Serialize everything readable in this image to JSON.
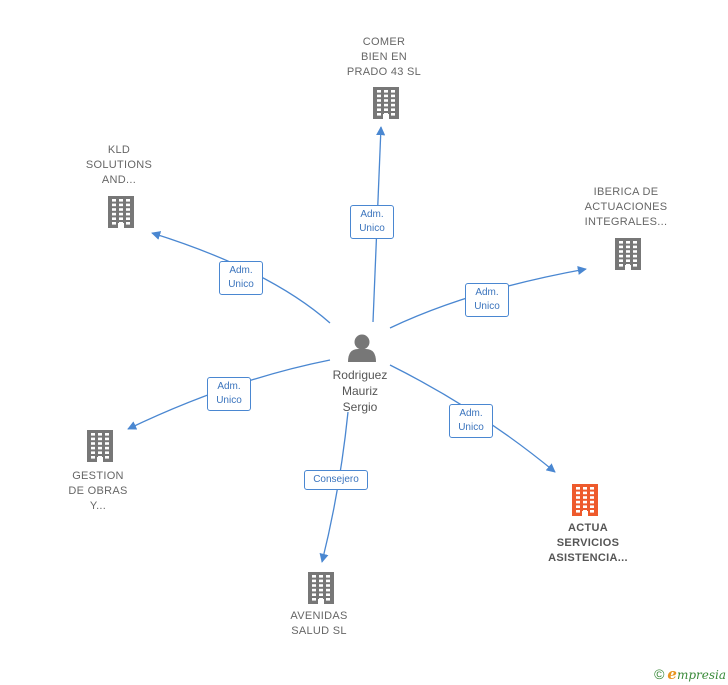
{
  "colors": {
    "edge": "#4a87d1",
    "building": "#777777",
    "building_focus": "#ee5a2c",
    "person": "#777777"
  },
  "center": {
    "icon": "person-icon",
    "label_lines": [
      "Rodriguez",
      "Mauriz",
      "Sergio"
    ]
  },
  "nodes": [
    {
      "id": "comer",
      "icon": "building-icon",
      "label_lines": [
        "COMER",
        "BIEN EN",
        "PRADO 43  SL"
      ],
      "edge_label": [
        "Adm.",
        "Unico"
      ]
    },
    {
      "id": "kld",
      "icon": "building-icon",
      "label_lines": [
        "KLD",
        "SOLUTIONS",
        "AND..."
      ],
      "edge_label": [
        "Adm.",
        "Unico"
      ]
    },
    {
      "id": "iberica",
      "icon": "building-icon",
      "label_lines": [
        "IBERICA DE",
        "ACTUACIONES",
        "INTEGRALES..."
      ],
      "edge_label": [
        "Adm.",
        "Unico"
      ]
    },
    {
      "id": "gestion",
      "icon": "building-icon",
      "label_lines": [
        "GESTION",
        "DE OBRAS",
        "Y..."
      ],
      "edge_label": [
        "Adm.",
        "Unico"
      ]
    },
    {
      "id": "actua",
      "icon": "building-icon",
      "focus": true,
      "label_lines": [
        "ACTUA",
        "SERVICIOS",
        "ASISTENCIA..."
      ],
      "edge_label": [
        "Adm.",
        "Unico"
      ]
    },
    {
      "id": "avenidas",
      "icon": "building-icon",
      "label_lines": [
        "AVENIDAS",
        "SALUD  SL"
      ],
      "edge_label": [
        "Consejero"
      ]
    }
  ],
  "footer": {
    "symbol": "©",
    "brand_initial": "e",
    "brand_rest": "mpresia"
  }
}
